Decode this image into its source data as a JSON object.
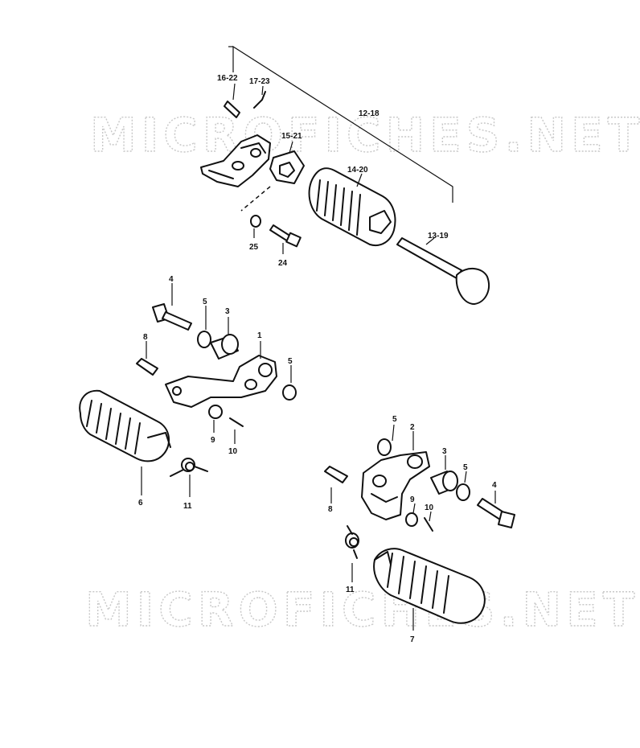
{
  "watermarks": [
    "MICROFICHES.NET",
    "MICROFICHES.NET"
  ],
  "labels": {
    "p16_22": "16-22",
    "p17_23": "17-23",
    "p12_18": "12-18",
    "p15_21": "15-21",
    "p14_20": "14-20",
    "p13_19": "13-19",
    "p25": "25",
    "p24": "24",
    "l4": "4",
    "l5a": "5",
    "l3": "3",
    "l1": "1",
    "l8": "8",
    "l5b": "5",
    "l9": "9",
    "l10": "10",
    "l6": "6",
    "l11": "11",
    "r5a": "5",
    "r2": "2",
    "r3": "3",
    "r5b": "5",
    "r4": "4",
    "r8": "8",
    "r9": "9",
    "r10": "10",
    "r11": "11",
    "r7": "7"
  },
  "colors": {
    "ink": "#111111",
    "watermark": "#c8c8c8",
    "background": "#ffffff"
  }
}
